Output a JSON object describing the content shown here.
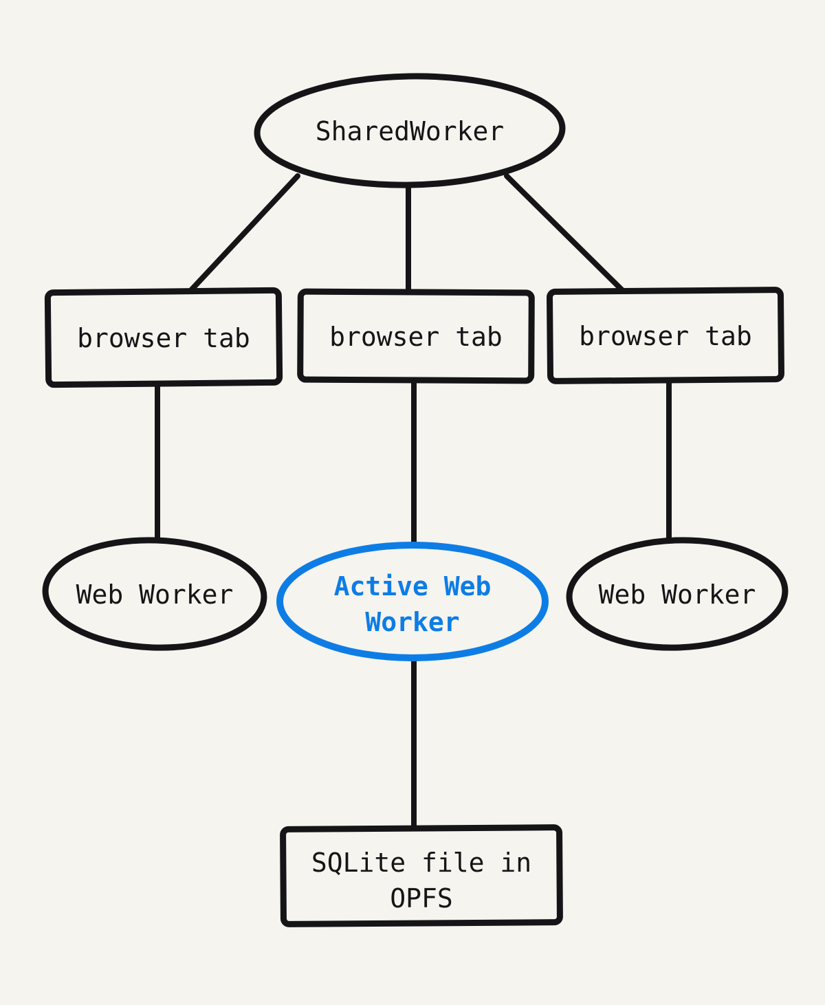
{
  "colors": {
    "bg": "#f5f4ef",
    "ink": "#151517",
    "accent": "#0d7de5"
  },
  "diagram": {
    "title": "SharedWorker / OPFS architecture diagram",
    "nodes": {
      "shared_worker": {
        "shape": "ellipse",
        "label": "SharedWorker"
      },
      "browser_tab_left": {
        "shape": "rect",
        "label": "browser tab"
      },
      "browser_tab_center": {
        "shape": "rect",
        "label": "browser tab"
      },
      "browser_tab_right": {
        "shape": "rect",
        "label": "browser tab"
      },
      "web_worker_left": {
        "shape": "ellipse",
        "label": "Web Worker"
      },
      "active_web_worker": {
        "shape": "ellipse",
        "highlighted": true,
        "label_line1": "Active Web",
        "label_line2": "Worker"
      },
      "web_worker_right": {
        "shape": "ellipse",
        "label": "Web Worker"
      },
      "sqlite_file": {
        "shape": "rect",
        "label_line1": "SQLite file in",
        "label_line2": "OPFS"
      }
    },
    "edges": [
      {
        "from": "shared_worker",
        "to": "browser_tab_left"
      },
      {
        "from": "shared_worker",
        "to": "browser_tab_center"
      },
      {
        "from": "shared_worker",
        "to": "browser_tab_right"
      },
      {
        "from": "browser_tab_left",
        "to": "web_worker_left"
      },
      {
        "from": "browser_tab_center",
        "to": "active_web_worker"
      },
      {
        "from": "browser_tab_right",
        "to": "web_worker_right"
      },
      {
        "from": "active_web_worker",
        "to": "sqlite_file"
      }
    ]
  }
}
